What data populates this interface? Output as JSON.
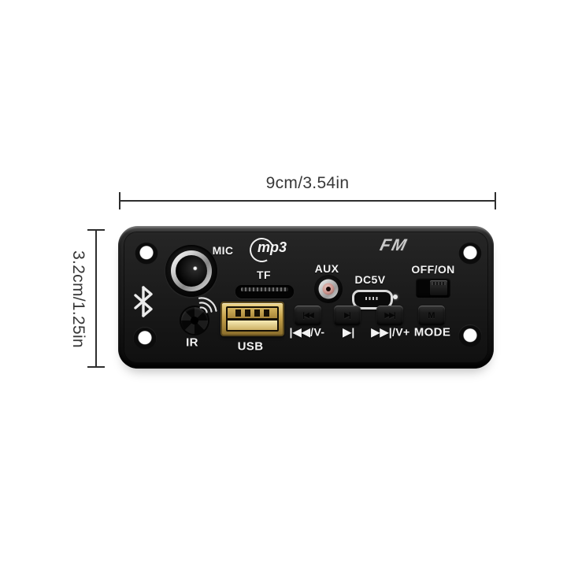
{
  "background_color": "#ffffff",
  "dimensions": {
    "width_label": "9cm/3.54in",
    "height_label": "3.2cm/1.25in",
    "line_color": "#2e2e2e"
  },
  "board": {
    "description": "Bluetooth MP3 decoder board module",
    "body_color": "#1b1b1b",
    "label_color": "#f3f3f3",
    "labels": {
      "mic": "MIC",
      "mp3_logo": "mp3",
      "fm_logo": "FM",
      "tf": "TF",
      "aux": "AUX",
      "dc5v": "DC5V",
      "power": "OFF/ON",
      "ir": "IR",
      "usb": "USB"
    },
    "buttons": [
      {
        "glyph": "|◀◀",
        "label": "|◀◀/V-"
      },
      {
        "glyph": "▶|",
        "label": "▶|"
      },
      {
        "glyph": "▶▶|",
        "label": "▶▶|/V+"
      },
      {
        "glyph": "M",
        "label": "MODE"
      }
    ],
    "colors": {
      "usb_gold": "#c9a44d",
      "jack_silver": "#d6d6d6",
      "aux_center_pink": "#c9928b",
      "led_white": "#e8e8e8"
    }
  }
}
